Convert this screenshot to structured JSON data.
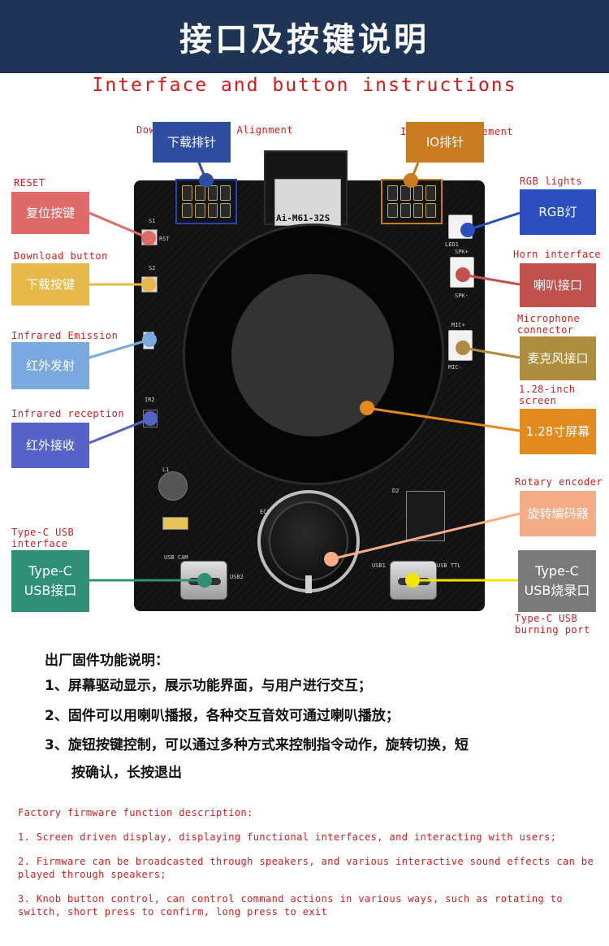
{
  "header": {
    "title": "接口及按键说明",
    "subtitle": "Interface and button instructions"
  },
  "board": {
    "module_label": "Ai-M61-32S",
    "silk": {
      "s1": "S1",
      "rst": "RST",
      "s2": "S2",
      "usb_cam": "USB CAM",
      "usb2": "USB2",
      "usb1": "USB1",
      "usb_ttl": "USB TTL",
      "led1": "LED1",
      "spk_plus": "SPK+",
      "spk_minus": "SPK-",
      "mic_plus": "MIC+",
      "mic_minus": "MIC-",
      "ec1": "EC1",
      "ir2": "IR2",
      "l1": "L1",
      "d2": "D2"
    }
  },
  "labels": {
    "download_needle": {
      "zh": "下载排针",
      "en": "Download Needle Alignment",
      "color": "#2e4ea0"
    },
    "io_pin": {
      "zh": "IO排针",
      "en": "IO pin arrangement",
      "color": "#c87b1f"
    },
    "reset": {
      "zh": "复位按键",
      "en": "RESET",
      "color": "#e06a6a"
    },
    "download_button": {
      "zh": "下载按键",
      "en": "Download button",
      "color": "#e6b84a"
    },
    "infrared_emission": {
      "zh": "红外发射",
      "en": "Infrared Emission",
      "color": "#7aa9e0"
    },
    "infrared_reception": {
      "zh": "红外接收",
      "en": "Infrared reception",
      "color": "#5563c9"
    },
    "type_c_usb": {
      "zh1": "Type-C",
      "zh2": "USB接口",
      "en": "Type-C USB interface",
      "color": "#2f9077"
    },
    "rgb_lights": {
      "zh": "RGB灯",
      "en": "RGB lights",
      "color": "#2c4fbf"
    },
    "horn": {
      "zh": "喇叭接口",
      "en": "Horn interface",
      "color": "#c0514d"
    },
    "microphone": {
      "zh": "麦克风接口",
      "en": "Microphone connector",
      "color": "#ae8d3f"
    },
    "screen": {
      "zh": "1.28寸屏幕",
      "en": "1.28-inch screen",
      "color": "#e38a1f"
    },
    "rotary": {
      "zh": "旋转编码器",
      "en": "Rotary encoder",
      "color": "#f4ad86"
    },
    "burning": {
      "zh1": "Type-C",
      "zh2": "USB烧录口",
      "en": "Type-C USB burning port",
      "color": "#7a7a7a"
    }
  },
  "description": {
    "title": "出厂固件功能说明：",
    "items": [
      "1、屏幕驱动显示，展示功能界面，与用户进行交互；",
      "2、固件可以用喇叭播报，各种交互音效可通过喇叭播放；",
      "3、旋钮按键控制，可以通过多种方式来控制指令动作，旋转切换，短"
    ],
    "item3_cont": "按确认，长按退出",
    "en_title": "Factory firmware function description:",
    "en_items": [
      "1. Screen driven display, displaying functional interfaces, and interacting with users;",
      "2. Firmware can be broadcasted through speakers, and various interactive sound effects can be played through speakers;",
      "3. Knob button control, can control command actions in various ways, such as rotating to switch, short press to confirm, long press to exit"
    ]
  }
}
